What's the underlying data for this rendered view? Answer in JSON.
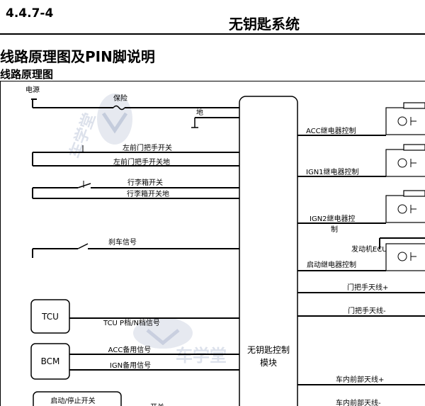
{
  "header": {
    "section_number": "4.4.7-4",
    "title": "无钥匙系统"
  },
  "headings": {
    "main": "线路原理图及PIN脚说明",
    "sub": "线路原理图"
  },
  "diagram": {
    "left_labels": {
      "power": "电源",
      "fuse": "保险",
      "ground": "地",
      "front_left_switch": "左前门把手开关",
      "front_left_switch_ground": "左前门把手开关地",
      "trunk_switch": "行李箱开关",
      "trunk_switch_ground": "行李箱开关地",
      "brake_signal": "刹车信号",
      "tcu_signal": "TCU P档/N档信号",
      "acc_backup": "ACC备用信号",
      "ign_backup": "IGN备用信号",
      "partial_label": "开关"
    },
    "boxes": {
      "tcu": "TCU",
      "bcm": "BCM",
      "start_stop_switch": "启动/停止开关",
      "module_line1": "无钥匙控制",
      "module_line2": "模块"
    },
    "right_labels": {
      "acc_relay": "ACC继电器控制",
      "ign1_relay": "IGN1继电器控制",
      "ign2_relay_line1": "IGN2继电器控",
      "ign2_relay_line2": "制",
      "engine_ecu": "发动机ECU",
      "start_relay": "启动继电器控制",
      "door_antenna_plus": "门把手天线+",
      "door_antenna_minus": "门把手天线-",
      "front_antenna_plus": "车内前部天线+",
      "front_antenna_minus": "车内前部天线-"
    },
    "watermarks": [
      "车学堂"
    ]
  }
}
